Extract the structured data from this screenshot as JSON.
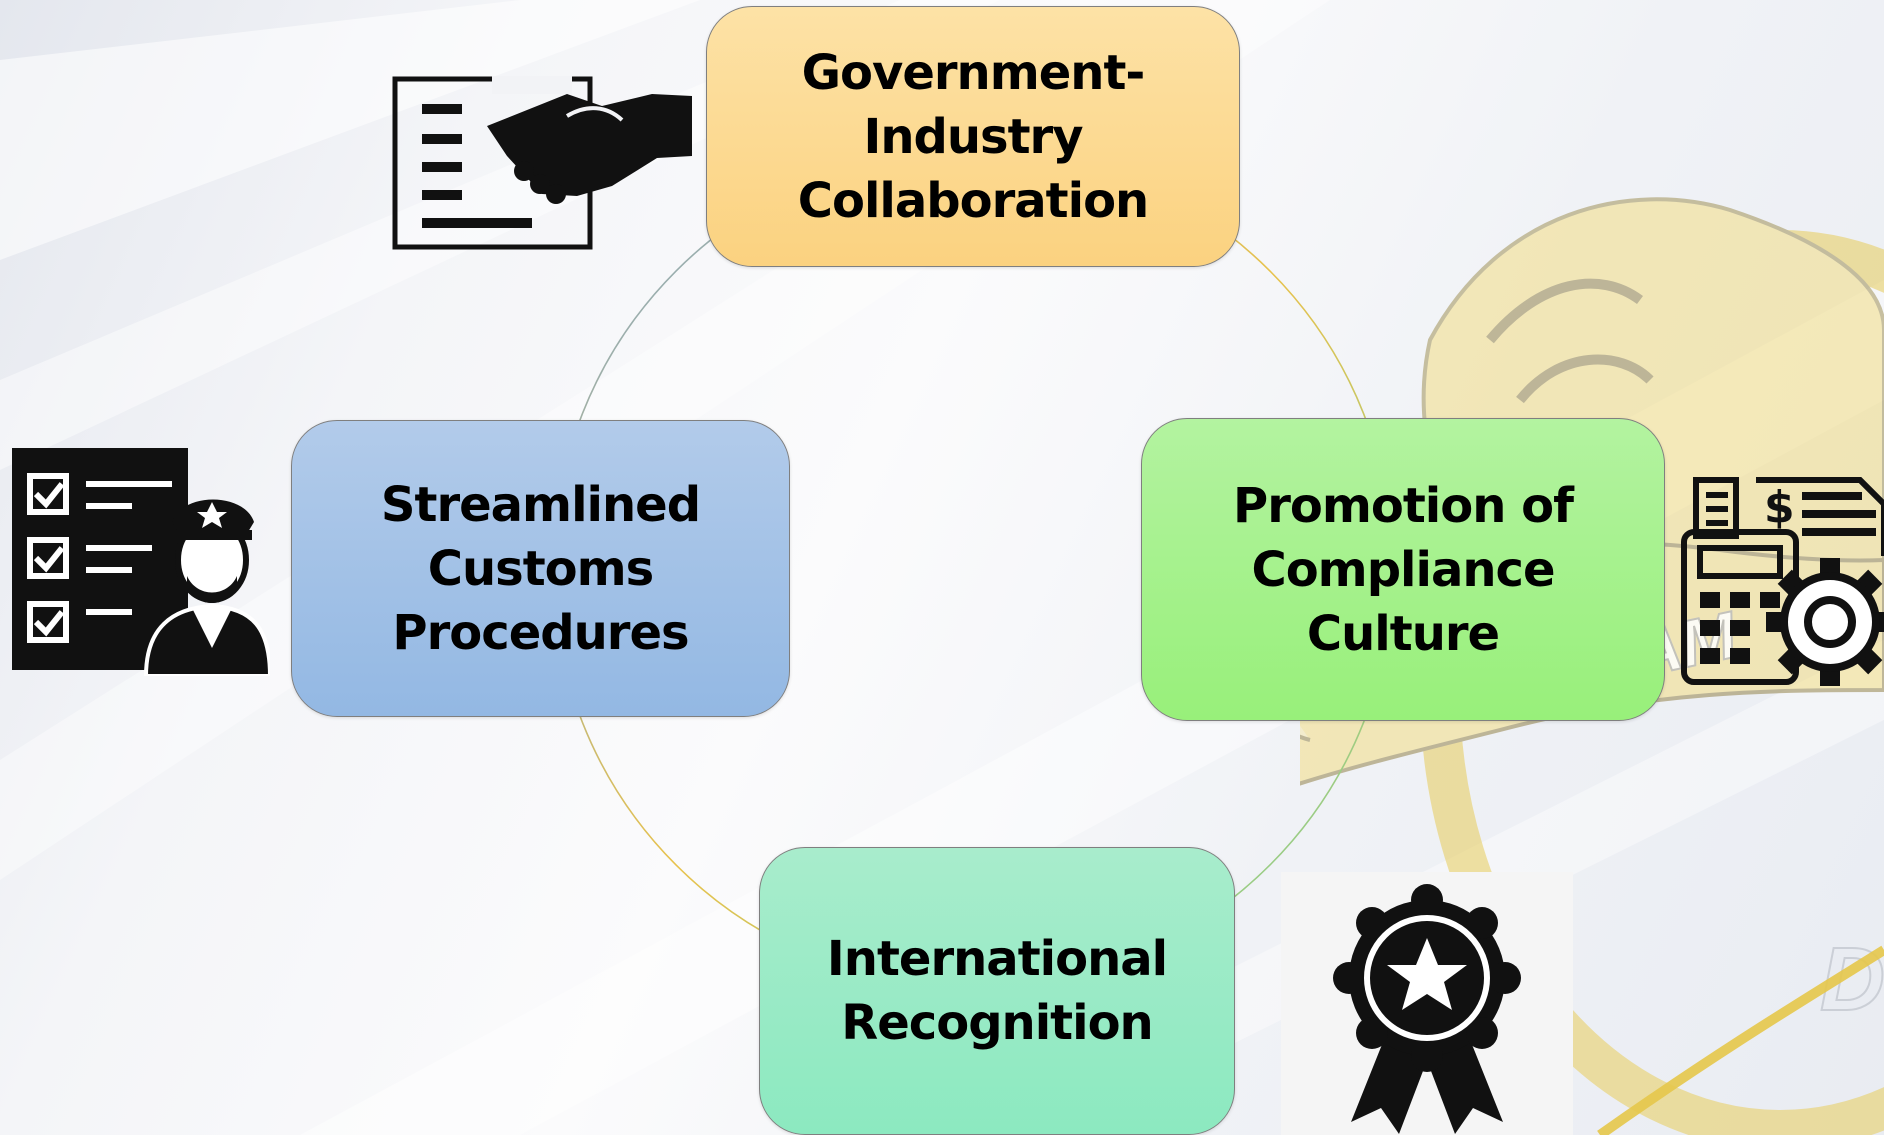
{
  "nodes": {
    "top": "Government-\nIndustry\nCollaboration",
    "left": "Streamlined\nCustoms\nProcedures",
    "right": "Promotion of\nCompliance\nCulture",
    "bottom": "International\nRecognition"
  },
  "watermark": {
    "banner": "KASTAM",
    "letter": "D"
  },
  "icons": {
    "top_left": "handshake-agreement-icon",
    "left": "customs-officer-checklist-icon",
    "right": "accounting-calculator-gear-icon",
    "bottom_right": "award-ribbon-icon"
  },
  "colors": {
    "top_fill": "#fbd280",
    "left_fill": "#93b8e3",
    "right_fill": "#98f07a",
    "bottom_fill": "#8ce9c0",
    "watermark_gold": "#f3dc7a"
  }
}
